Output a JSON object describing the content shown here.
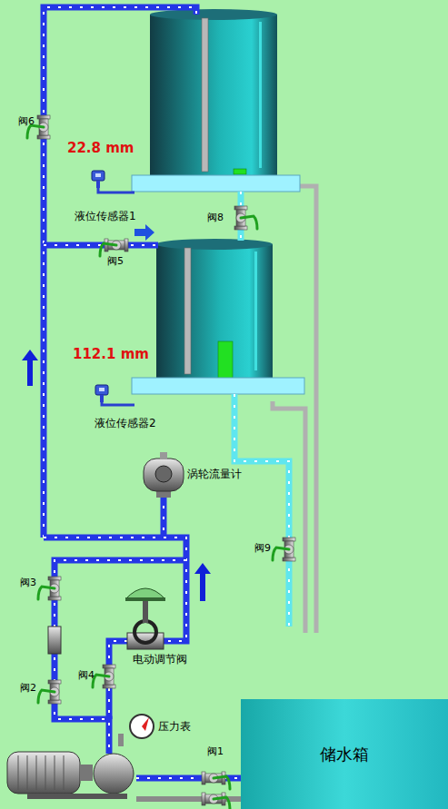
{
  "diagram": {
    "nodes": [
      {
        "text": [
          "储水箱"
        ]
      }
    ],
    "labels": [
      "阀6",
      "22.8 mm",
      "液位传感器1",
      "阀8",
      "阀5",
      "112.1 mm",
      "液位传感器2",
      "涡轮流量计",
      "阀9",
      "阀3",
      "电动调节阀",
      "阀4",
      "阀2",
      "压力表",
      "阀1"
    ]
  }
}
